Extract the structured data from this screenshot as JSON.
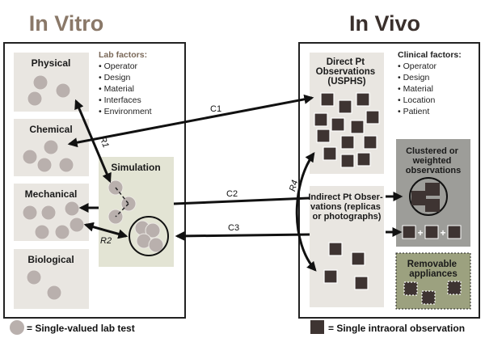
{
  "titles": {
    "in_vitro": "In Vitro",
    "in_vivo": "In Vivo"
  },
  "in_vitro": {
    "boxes": {
      "physical": "Physical",
      "chemical": "Chemical",
      "mechanical": "Mechanical",
      "biological": "Biological",
      "simulation": "Simulation"
    },
    "lab_factors": {
      "heading": "Lab factors:",
      "items": [
        "• Operator",
        "• Design",
        "• Material",
        "• Interfaces",
        "• Environment"
      ]
    }
  },
  "in_vivo": {
    "direct": [
      "Direct Pt",
      "Observations",
      "(USPHS)"
    ],
    "indirect": [
      "Indirect Pt Obser-",
      "vations (replicas",
      "or photographs)"
    ],
    "clustered": [
      "Clustered or",
      "weighted",
      "observations"
    ],
    "removable": [
      "Removable",
      "appliances"
    ],
    "plus": "+",
    "clinical_factors": {
      "heading": "Clinical factors:",
      "items": [
        "• Operator",
        "• Design",
        "• Material",
        "• Location",
        "• Patient"
      ]
    }
  },
  "arrows": {
    "c1": "C1",
    "c2": "C2",
    "c3": "C3",
    "r1": "R1",
    "r2": "R2",
    "r4": "R4"
  },
  "legend": {
    "circle": "= Single-valued lab test",
    "square": "= Single intraoral observation"
  },
  "colors": {
    "vitro_title": "#8a7868",
    "vivo_title": "#3a302c",
    "box": "#e9e6e1",
    "simulation": "#e3e4d4",
    "circle": "#b9b0ad",
    "square": "#3e3432",
    "clustered": "#9d9d99",
    "removable": "#9ca17f"
  }
}
